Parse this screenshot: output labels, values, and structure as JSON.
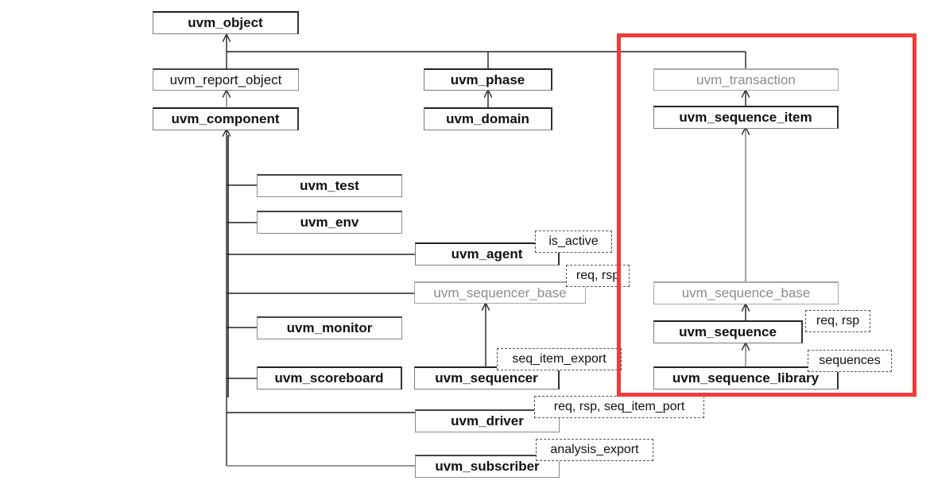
{
  "diagram": {
    "nodes": {
      "uvm_object": "uvm_object",
      "uvm_report_object": "uvm_report_object",
      "uvm_component": "uvm_component",
      "uvm_phase": "uvm_phase",
      "uvm_domain": "uvm_domain",
      "uvm_transaction": "uvm_transaction",
      "uvm_sequence_item": "uvm_sequence_item",
      "uvm_test": "uvm_test",
      "uvm_env": "uvm_env",
      "uvm_agent": "uvm_agent",
      "uvm_sequencer_base": "uvm_sequencer_base",
      "uvm_monitor": "uvm_monitor",
      "uvm_scoreboard": "uvm_scoreboard",
      "uvm_sequencer": "uvm_sequencer",
      "uvm_driver": "uvm_driver",
      "uvm_subscriber": "uvm_subscriber",
      "uvm_sequence_base": "uvm_sequence_base",
      "uvm_sequence": "uvm_sequence",
      "uvm_sequence_library": "uvm_sequence_library"
    },
    "tags": {
      "agent_is_active": "is_active",
      "sequencer_base_req_rsp": "req, rsp",
      "sequencer_seq_item_export": "seq_item_export",
      "driver_ports": "req, rsp, seq_item_port",
      "subscriber_analysis_export": "analysis_export",
      "sequence_req_rsp": "req, rsp",
      "library_sequences": "sequences"
    },
    "highlight_color": "#f23a3a",
    "line_color": "#222222",
    "gray_text_color": "#8c8c8c"
  }
}
